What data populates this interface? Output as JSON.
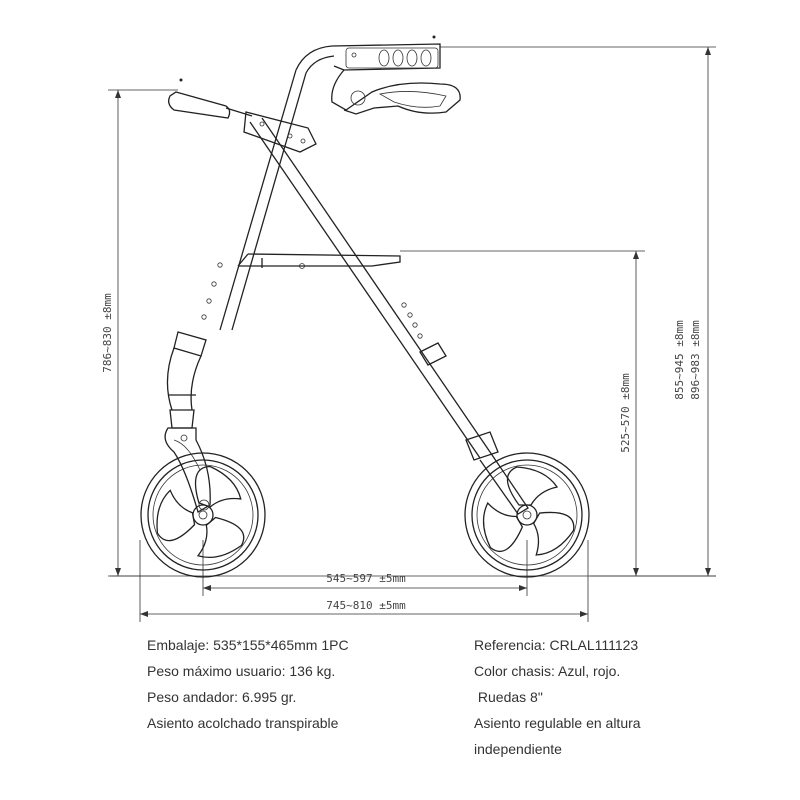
{
  "dimensions": {
    "handle_height_left": "786~830 ±8mm",
    "handle_height_right_1": "855~945 ±8mm",
    "handle_height_right_2": "896~983 ±8mm",
    "seat_height": "525~570 ±8mm",
    "wheelbase_inner": "545~597 ±5mm",
    "wheelbase_outer": "745~810 ±5mm"
  },
  "specs_left": [
    "Embalaje: 535*155*465mm  1PC",
    "Peso máximo usuario: 136 kg.",
    "Peso andador: 6.995 gr.",
    "Asiento acolchado transpirable"
  ],
  "specs_right": [
    "Referencia: CRLAL111123",
    "Color chasis: Azul, rojo.",
    " Ruedas 8\"",
    "Asiento regulable en altura",
    "independiente"
  ]
}
